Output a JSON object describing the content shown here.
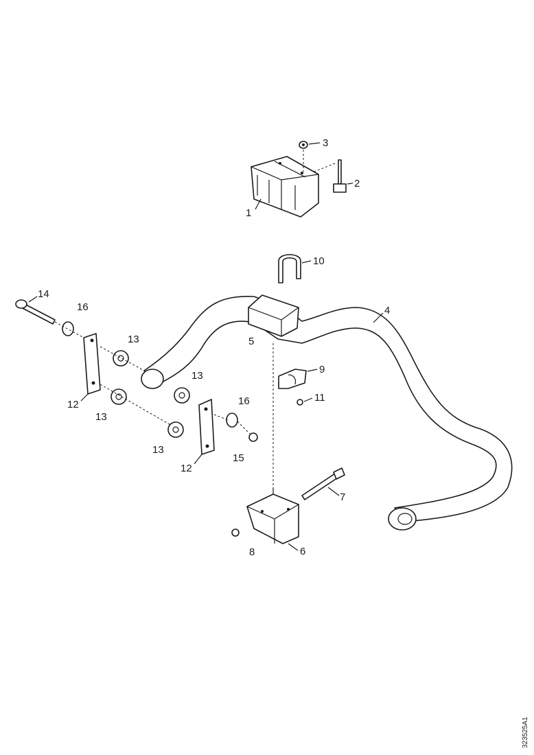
{
  "diagram": {
    "document_code": "323525A1",
    "callouts": {
      "c1": "1",
      "c2": "2",
      "c3": "3",
      "c4": "4",
      "c5": "5",
      "c6": "6",
      "c7": "7",
      "c8": "8",
      "c9": "9",
      "c10": "10",
      "c11": "11",
      "c12a": "12",
      "c12b": "12",
      "c13a": "13",
      "c13b": "13",
      "c13c": "13",
      "c13d": "13",
      "c14": "14",
      "c15": "15",
      "c16a": "16",
      "c16b": "16"
    },
    "colors": {
      "line": "#1a1a1a",
      "background": "#ffffff"
    }
  }
}
